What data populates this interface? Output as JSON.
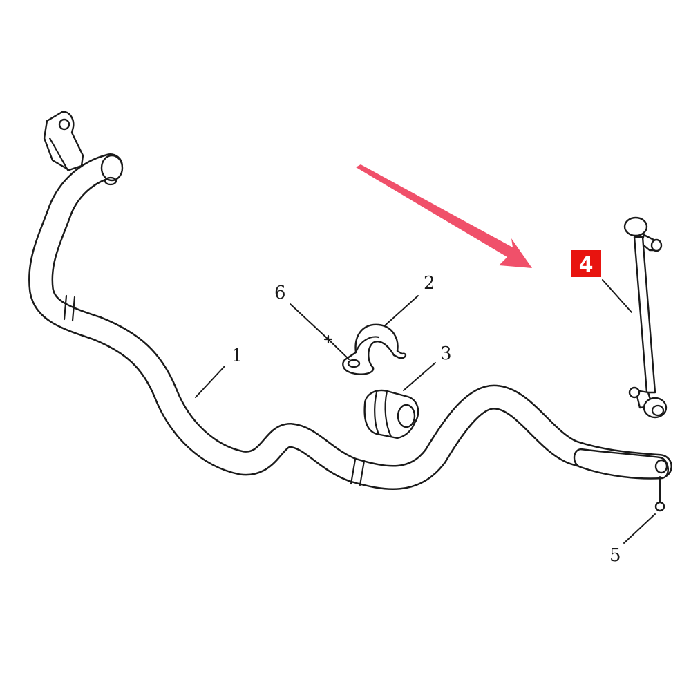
{
  "diagram": {
    "callouts": {
      "p1": "1",
      "p2": "2",
      "p3": "3",
      "p4": "4",
      "p5": "5",
      "p6": "6"
    },
    "highlight_color": "#e8140f",
    "arrow_color": "#f0506a",
    "line_color": "#1a1a1a"
  }
}
